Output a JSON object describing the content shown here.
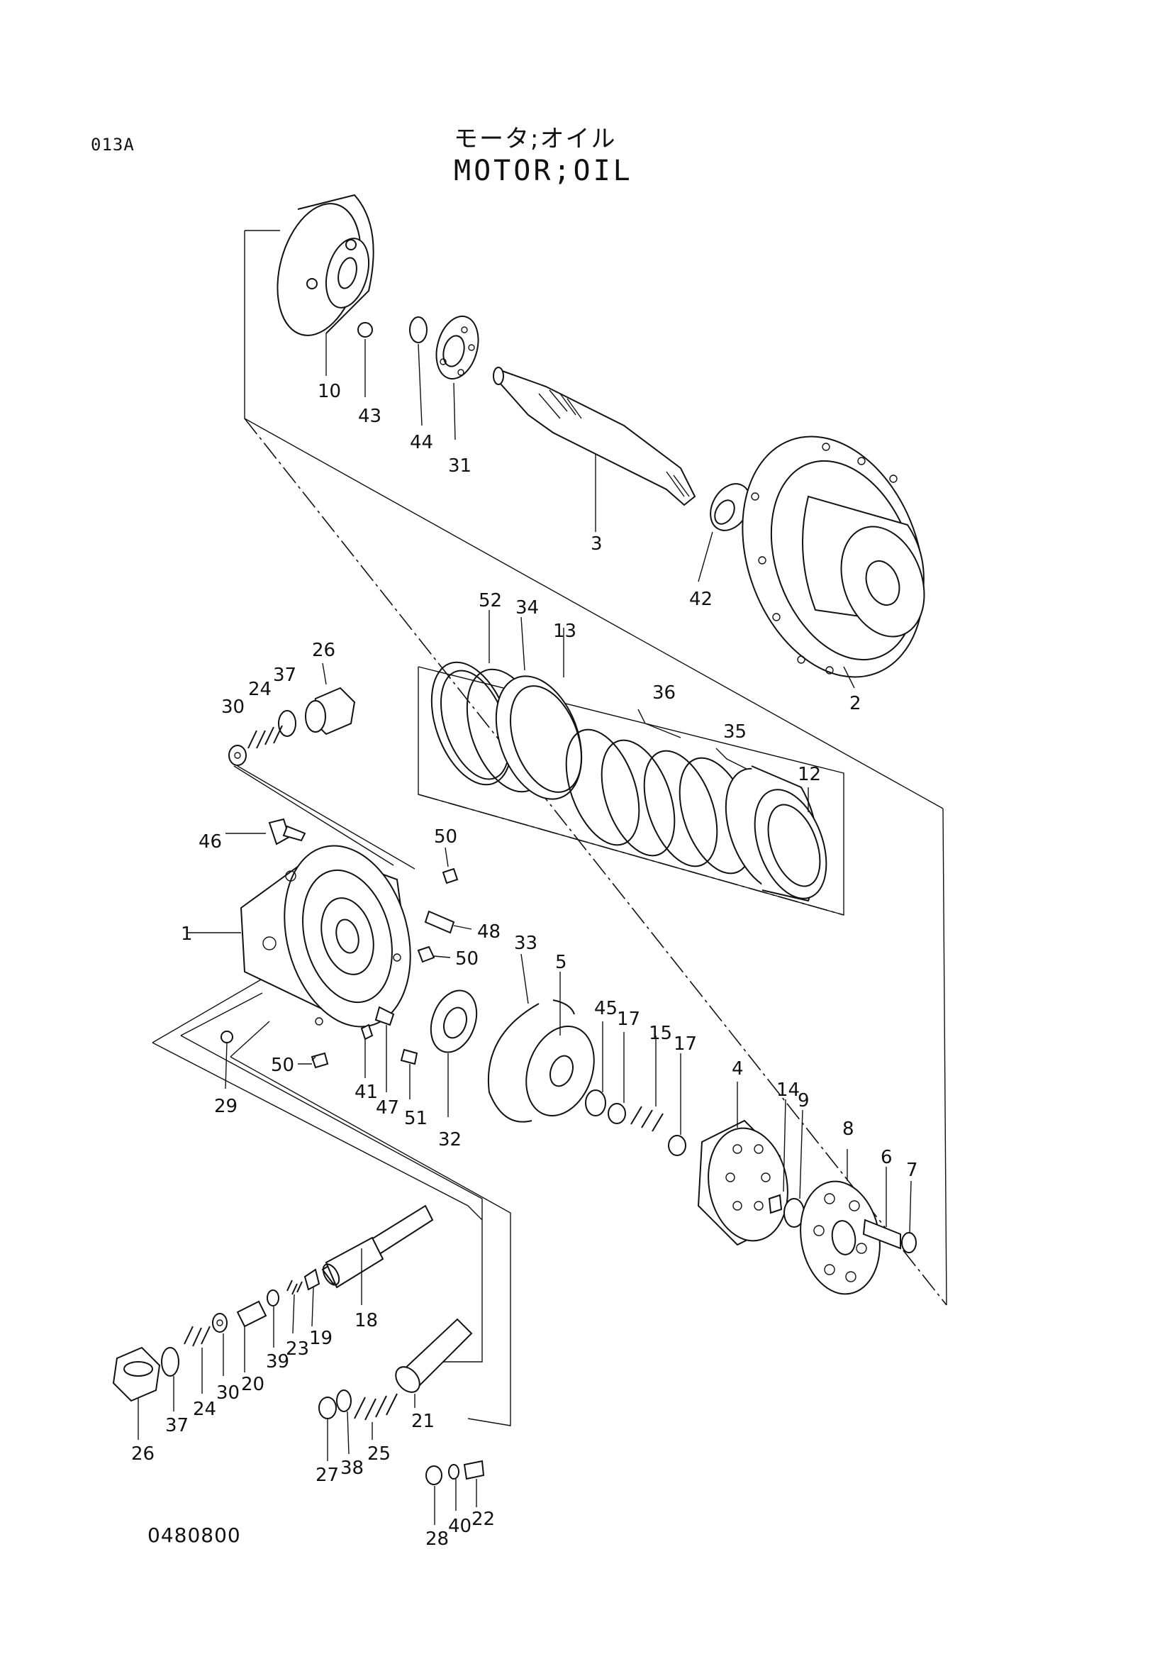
{
  "page_code": "013A",
  "title_jp": "モータ;オイル",
  "title_en": "MOTOR;OIL",
  "drawing_code": "0480800",
  "callouts": [
    {
      "id": "c10",
      "text": "10"
    },
    {
      "id": "c43",
      "text": "43"
    },
    {
      "id": "c44",
      "text": "44"
    },
    {
      "id": "c31",
      "text": "31"
    },
    {
      "id": "c3",
      "text": "3"
    },
    {
      "id": "c42",
      "text": "42"
    },
    {
      "id": "c2",
      "text": "2"
    },
    {
      "id": "c52",
      "text": "52"
    },
    {
      "id": "c34",
      "text": "34"
    },
    {
      "id": "c13",
      "text": "13"
    },
    {
      "id": "c36",
      "text": "36"
    },
    {
      "id": "c35",
      "text": "35"
    },
    {
      "id": "c12",
      "text": "12"
    },
    {
      "id": "c26a",
      "text": "26"
    },
    {
      "id": "c37a",
      "text": "37"
    },
    {
      "id": "c24a",
      "text": "24"
    },
    {
      "id": "c30a",
      "text": "30"
    },
    {
      "id": "c46",
      "text": "46"
    },
    {
      "id": "c50a",
      "text": "50"
    },
    {
      "id": "c48",
      "text": "48"
    },
    {
      "id": "c1",
      "text": "1"
    },
    {
      "id": "c50b",
      "text": "50"
    },
    {
      "id": "c33",
      "text": "33"
    },
    {
      "id": "c5",
      "text": "5"
    },
    {
      "id": "c45",
      "text": "45"
    },
    {
      "id": "c17a",
      "text": "17"
    },
    {
      "id": "c15",
      "text": "15"
    },
    {
      "id": "c17b",
      "text": "17"
    },
    {
      "id": "c4",
      "text": "4"
    },
    {
      "id": "c14",
      "text": "14"
    },
    {
      "id": "c9",
      "text": "9"
    },
    {
      "id": "c8",
      "text": "8"
    },
    {
      "id": "c6",
      "text": "6"
    },
    {
      "id": "c7",
      "text": "7"
    },
    {
      "id": "c50c",
      "text": "50"
    },
    {
      "id": "c29",
      "text": "29"
    },
    {
      "id": "c41",
      "text": "41"
    },
    {
      "id": "c47",
      "text": "47"
    },
    {
      "id": "c51",
      "text": "51"
    },
    {
      "id": "c32",
      "text": "32"
    },
    {
      "id": "c18",
      "text": "18"
    },
    {
      "id": "c19",
      "text": "19"
    },
    {
      "id": "c23",
      "text": "23"
    },
    {
      "id": "c39",
      "text": "39"
    },
    {
      "id": "c20",
      "text": "20"
    },
    {
      "id": "c30b",
      "text": "30"
    },
    {
      "id": "c24b",
      "text": "24"
    },
    {
      "id": "c37b",
      "text": "37"
    },
    {
      "id": "c26b",
      "text": "26"
    },
    {
      "id": "c21",
      "text": "21"
    },
    {
      "id": "c25",
      "text": "25"
    },
    {
      "id": "c38",
      "text": "38"
    },
    {
      "id": "c27",
      "text": "27"
    },
    {
      "id": "c28",
      "text": "28"
    },
    {
      "id": "c40",
      "text": "40"
    },
    {
      "id": "c22",
      "text": "22"
    }
  ]
}
